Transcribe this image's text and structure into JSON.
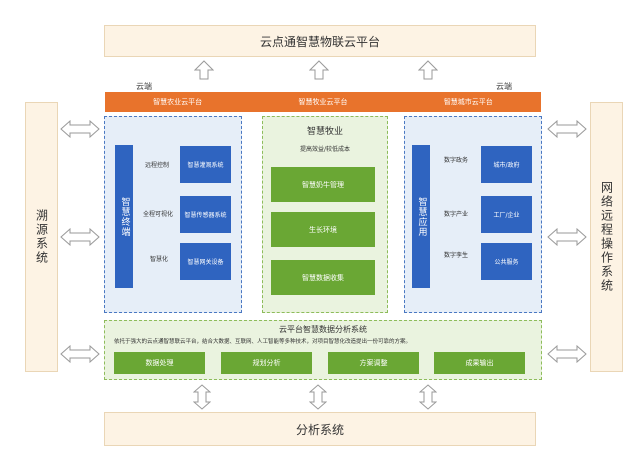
{
  "top_title": "云点通智慧物联云平台",
  "bottom_title": "分析系统",
  "left_side": "溯源系统",
  "right_side": "网络远程操作系统",
  "cloud_left": "云端",
  "cloud_right": "云端",
  "cloud_platforms": [
    "智慧农业云平台",
    "智慧牧业云平台",
    "智慧城市云平台"
  ],
  "left_panel": {
    "vertical": "智慧终端",
    "rows": [
      {
        "label": "远程控制",
        "box": "智慧灌溉系统"
      },
      {
        "label": "全程可视化",
        "box": "智慧传感器系统"
      },
      {
        "label": "智慧化",
        "box": "智慧网关设备"
      }
    ]
  },
  "middle_panel": {
    "title": "智慧牧业",
    "subtitle": "提高效益/较低成本",
    "items": [
      "智慧奶牛管理",
      "生长环境",
      "智慧数据收集"
    ]
  },
  "right_panel": {
    "vertical": "智慧应用",
    "rows": [
      {
        "label": "数字政务",
        "box": "城市/政府"
      },
      {
        "label": "数字产业",
        "box": "工厂/企业"
      },
      {
        "label": "数字孪生",
        "box": "公共服务"
      }
    ]
  },
  "analysis_panel": {
    "title": "云平台智慧数据分析系统",
    "desc": "依托于强大的云点通智慧联云平台，结合大数据、互联网、人工智能等多种技术，对项目智慧化改造提出一份可靠的方案。",
    "buttons": [
      "数据处理",
      "规划分析",
      "方案调整",
      "成果输出"
    ]
  },
  "colors": {
    "orange": "#e8732c",
    "blue": "#2f64c0",
    "green": "#6aa734",
    "beige": "#fdf3e4"
  }
}
